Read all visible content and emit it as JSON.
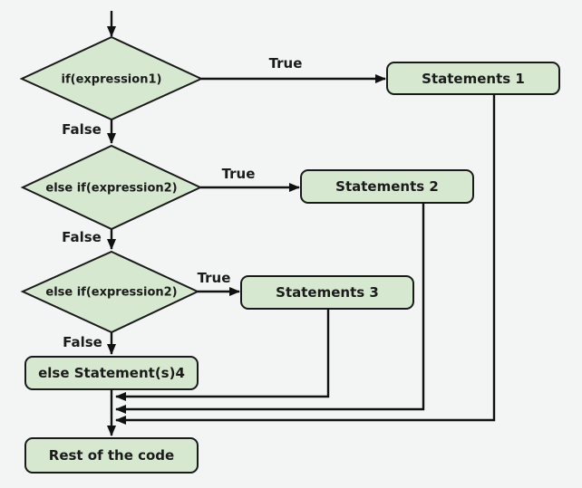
{
  "diagram": {
    "type": "flowchart",
    "topic": "if / else-if / else control flow",
    "colors": {
      "background": "#f3f4f4",
      "node_fill": "#d6e8d0",
      "node_stroke": "#1a1a1a",
      "line": "#111111",
      "text": "#1b1b1b"
    },
    "nodes": {
      "decision1": {
        "type": "decision",
        "label": "if(expression1)"
      },
      "statements1": {
        "type": "process",
        "label": "Statements 1"
      },
      "decision2": {
        "type": "decision",
        "label": "else if(expression2)"
      },
      "statements2": {
        "type": "process",
        "label": "Statements 2"
      },
      "decision3": {
        "type": "decision",
        "label": "else if(expression2)"
      },
      "statements3": {
        "type": "process",
        "label": "Statements 3"
      },
      "else4": {
        "type": "process",
        "label": "else Statement(s)4"
      },
      "rest": {
        "type": "process",
        "label": "Rest of the code"
      }
    },
    "edges": {
      "true1": {
        "label": "True",
        "from": "decision1",
        "to": "statements1"
      },
      "false1": {
        "label": "False",
        "from": "decision1",
        "to": "decision2"
      },
      "true2": {
        "label": "True",
        "from": "decision2",
        "to": "statements2"
      },
      "false2": {
        "label": "False",
        "from": "decision2",
        "to": "decision3"
      },
      "true3": {
        "label": "True",
        "from": "decision3",
        "to": "statements3"
      },
      "false3": {
        "label": "False",
        "from": "decision3",
        "to": "else4"
      },
      "merge1": {
        "label": "",
        "from": "statements1",
        "to": "rest"
      },
      "merge2": {
        "label": "",
        "from": "statements2",
        "to": "rest"
      },
      "merge3": {
        "label": "",
        "from": "statements3",
        "to": "rest"
      },
      "down": {
        "label": "",
        "from": "else4",
        "to": "rest"
      }
    }
  }
}
